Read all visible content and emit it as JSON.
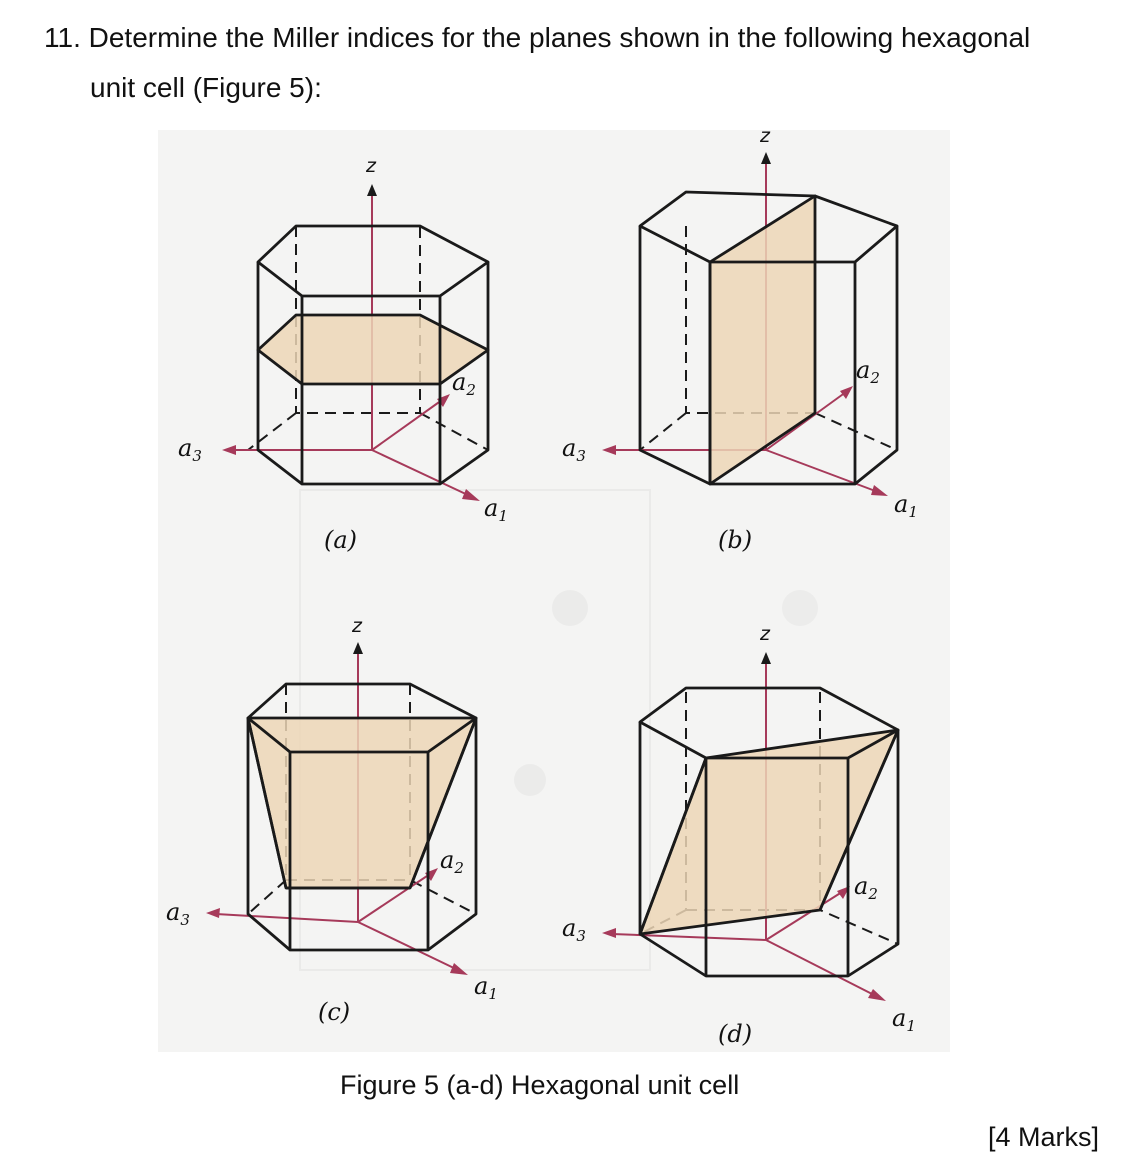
{
  "question": {
    "line1": "11. Determine the Miller indices for the planes shown in the following hexagonal",
    "line2": "unit cell (Figure 5):"
  },
  "figure": {
    "panels": [
      {
        "label": "(a)",
        "z": "z",
        "a1": "a",
        "a2": "a",
        "a3": "a",
        "s1": "1",
        "s2": "2",
        "s3": "3"
      },
      {
        "label": "(b)",
        "z": "z",
        "a1": "a",
        "a2": "a",
        "a3": "a",
        "s1": "1",
        "s2": "2",
        "s3": "3"
      },
      {
        "label": "(c)",
        "z": "z",
        "a1": "a",
        "a2": "a",
        "a3": "a",
        "s1": "1",
        "s2": "2",
        "s3": "3"
      },
      {
        "label": "(d)",
        "z": "z",
        "a1": "a",
        "a2": "a",
        "a3": "a",
        "s1": "1",
        "s2": "2",
        "s3": "3"
      }
    ],
    "caption": "Figure 5 (a-d) Hexagonal unit cell",
    "colors": {
      "plane": "#ecd6b6",
      "axis": "#a63a5a",
      "edge": "#1a1a1a",
      "background": "#f4f4f3"
    }
  },
  "marks": "[4 Marks]"
}
